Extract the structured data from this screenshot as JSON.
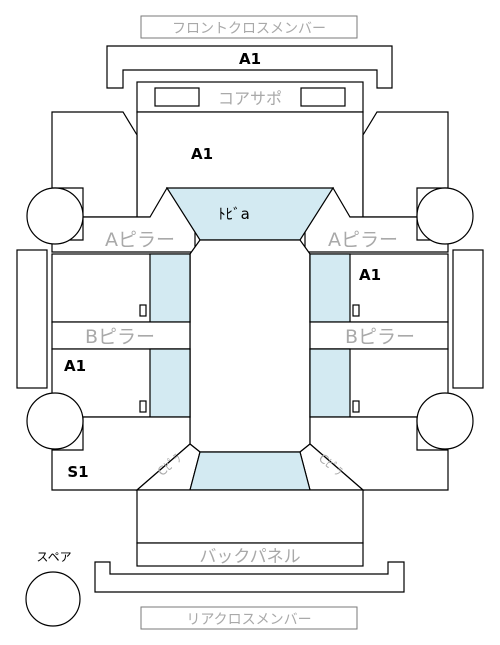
{
  "labels": {
    "front_cross_member": "フロントクロスメンバー",
    "radiator_support": "コアサポ",
    "roof": "ﾄﾋﾞa",
    "a_pillar": "Aピラー",
    "b_pillar": "Bピラー",
    "c_pillar": "Cﾋﾟﾗ",
    "back_panel": "バックパネル",
    "rear_cross_member": "リアクロスメンバー",
    "spare": "スペア"
  },
  "marks": {
    "front_cross_member": "A1",
    "hood": "A1",
    "right_front_door": "A1",
    "left_rear_door": "A1",
    "left_rear_quarter": "S1"
  },
  "colors": {
    "glass": "#d3eaf2",
    "label_grey": "#a9a9a9",
    "line": "#000000"
  }
}
